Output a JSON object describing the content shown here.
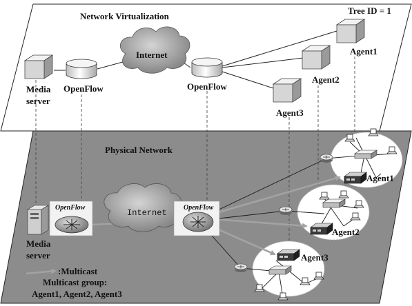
{
  "top_plane": {
    "title": "Network Virtualization",
    "tree_id": "Tree ID = 1",
    "internet": "Internet",
    "media_server_line1": "Media",
    "media_server_line2": "server",
    "openflow_left": "OpenFlow",
    "openflow_right": "OpenFlow",
    "agent1": "Agent1",
    "agent2": "Agent2",
    "agent3": "Agent3"
  },
  "bottom_plane": {
    "title": "Physical Network",
    "internet": "Internet",
    "openflow_badge_left": "OpenFlow",
    "openflow_badge_right": "OpenFlow",
    "media_server_line1": "Media",
    "media_server_line2": "server",
    "agent1": "Agent1",
    "agent2": "Agent2",
    "agent3": "Agent3"
  },
  "legend": {
    "arrow_label": ":Multicast",
    "group_title": "Multicast group:",
    "group_members": "Agent1, Agent2, Agent3"
  },
  "colors": {
    "bottom_plane_fill": "#8c8c8c",
    "multicast_arrow": "#a3a3a3",
    "cloud": "#9c9c9c"
  }
}
